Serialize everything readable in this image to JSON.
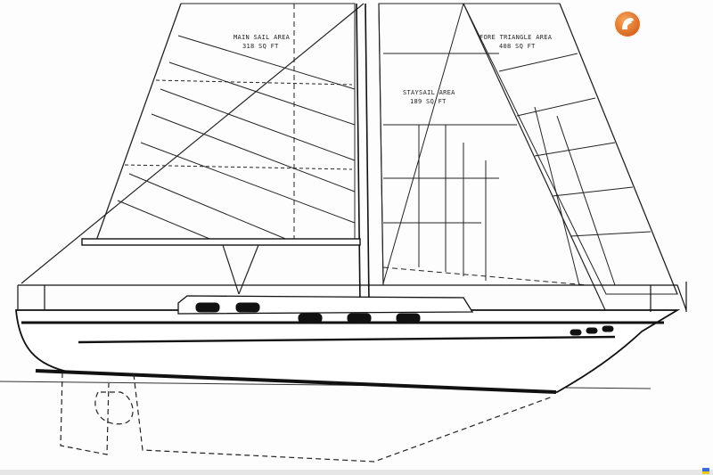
{
  "labels": {
    "main_sail_line1": "MAIN SAIL AREA",
    "main_sail_line2": "318 SQ FT",
    "fore_triangle_line1": "FORE TRIANGLE AREA",
    "fore_triangle_line2": "408 SQ FT",
    "staysail_line1": "STAYSAIL AREA",
    "staysail_line2": "189 SQ FT"
  },
  "logo": {
    "icon": "horse-head-icon",
    "color": "#e07a2c"
  }
}
